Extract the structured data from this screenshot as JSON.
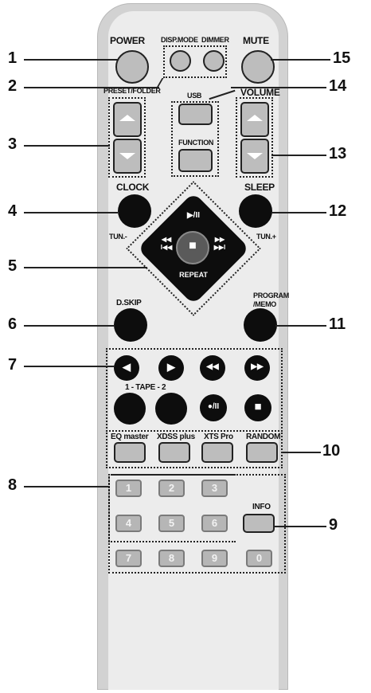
{
  "labels": {
    "power": "POWER",
    "disp_mode": "DISP.MODE",
    "dimmer": "DIMMER",
    "mute": "MUTE",
    "preset_folder": "PRESET/FOLDER",
    "usb": "USB",
    "function": "FUNCTION",
    "volume": "VOLUME",
    "clock": "CLOCK",
    "sleep": "SLEEP",
    "tun_minus": "TUN.-",
    "tun_plus": "TUN.+",
    "repeat": "REPEAT",
    "dskip": "D.SKIP",
    "program_memo_1": "PROGRAM",
    "program_memo_2": "/MEMO",
    "tape": "1 - TAPE - 2",
    "eq_master": "EQ master",
    "xdss_plus": "XDSS plus",
    "xts_pro": "XTS Pro",
    "random": "RANDOM",
    "info": "INFO"
  },
  "callouts": [
    "1",
    "2",
    "3",
    "4",
    "5",
    "6",
    "7",
    "8",
    "9",
    "10",
    "11",
    "12",
    "13",
    "14",
    "15"
  ],
  "numeric_keys": [
    "1",
    "2",
    "3",
    "4",
    "5",
    "6",
    "7",
    "8",
    "9",
    "0"
  ],
  "icons": {
    "play_pause": "play-pause-icon",
    "stop": "stop-icon",
    "skip_back": "skip-back-icon",
    "skip_forward": "skip-forward-icon",
    "tape_left": "tape-play-left-icon",
    "tape_right": "tape-play-right-icon",
    "tape_rew": "rewind-icon",
    "tape_ff": "fast-forward-icon",
    "rec_pause": "record-pause-icon",
    "tape_stop": "stop-icon"
  },
  "glyphs": {
    "play_pause": "▶/II",
    "stop": "■",
    "skip_back_top": "◀◀",
    "skip_back_bottom": "I◀◀",
    "skip_fwd_top": "▶▶",
    "skip_fwd_bottom": "▶▶I",
    "tape_left": "◀",
    "tape_right": "▶",
    "rew": "◀◀",
    "ff": "▶▶",
    "rec_pause": "●/II",
    "tape_stop": "■"
  }
}
